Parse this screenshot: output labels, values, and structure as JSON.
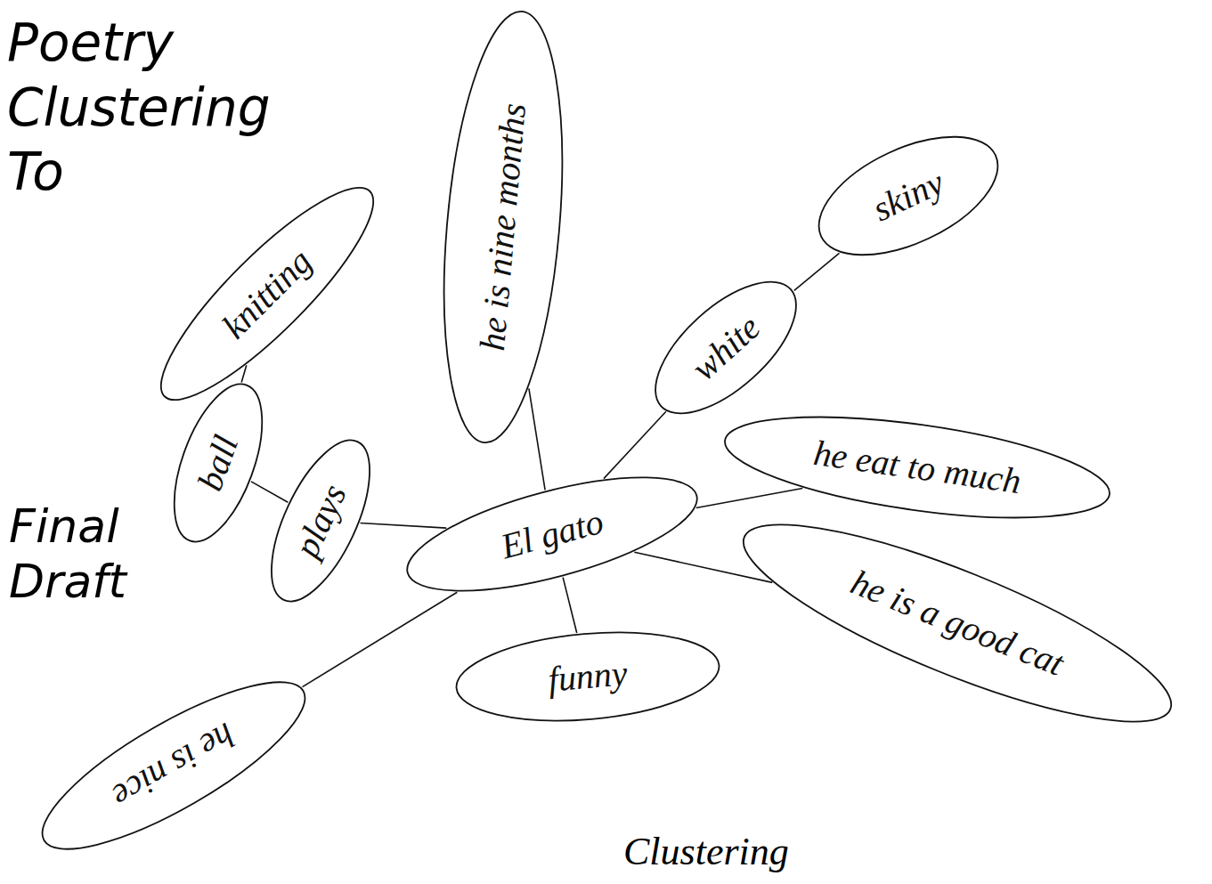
{
  "diagram": {
    "title": "Poetry Clustering To",
    "nodes": [
      {
        "text": [
          "El gato"
        ]
      },
      {
        "text": [
          "he is nine months"
        ]
      },
      {
        "text": [
          "white"
        ]
      },
      {
        "text": [
          "skiny"
        ]
      },
      {
        "text": [
          "knitting"
        ]
      },
      {
        "text": [
          "ball"
        ]
      },
      {
        "text": [
          "plays"
        ]
      },
      {
        "text": [
          "he eat to much"
        ]
      },
      {
        "text": [
          "he is a good cat"
        ]
      },
      {
        "text": [
          "funny"
        ]
      },
      {
        "text": [
          "he is nice"
        ]
      }
    ],
    "edges": [
      {
        "from": 0,
        "to": 1,
        "arrow": "none"
      },
      {
        "from": 0,
        "to": 2,
        "arrow": "none"
      },
      {
        "from": 2,
        "to": 3,
        "arrow": "none"
      },
      {
        "from": 0,
        "to": 7,
        "arrow": "none"
      },
      {
        "from": 0,
        "to": 8,
        "arrow": "none"
      },
      {
        "from": 0,
        "to": 9,
        "arrow": "none"
      },
      {
        "from": 0,
        "to": 10,
        "arrow": "none"
      },
      {
        "from": 0,
        "to": 6,
        "arrow": "none"
      },
      {
        "from": 6,
        "to": 5,
        "arrow": "none"
      },
      {
        "from": 5,
        "to": 4,
        "arrow": "none"
      }
    ],
    "labels": [
      "Final Draft",
      "Clustering"
    ]
  }
}
